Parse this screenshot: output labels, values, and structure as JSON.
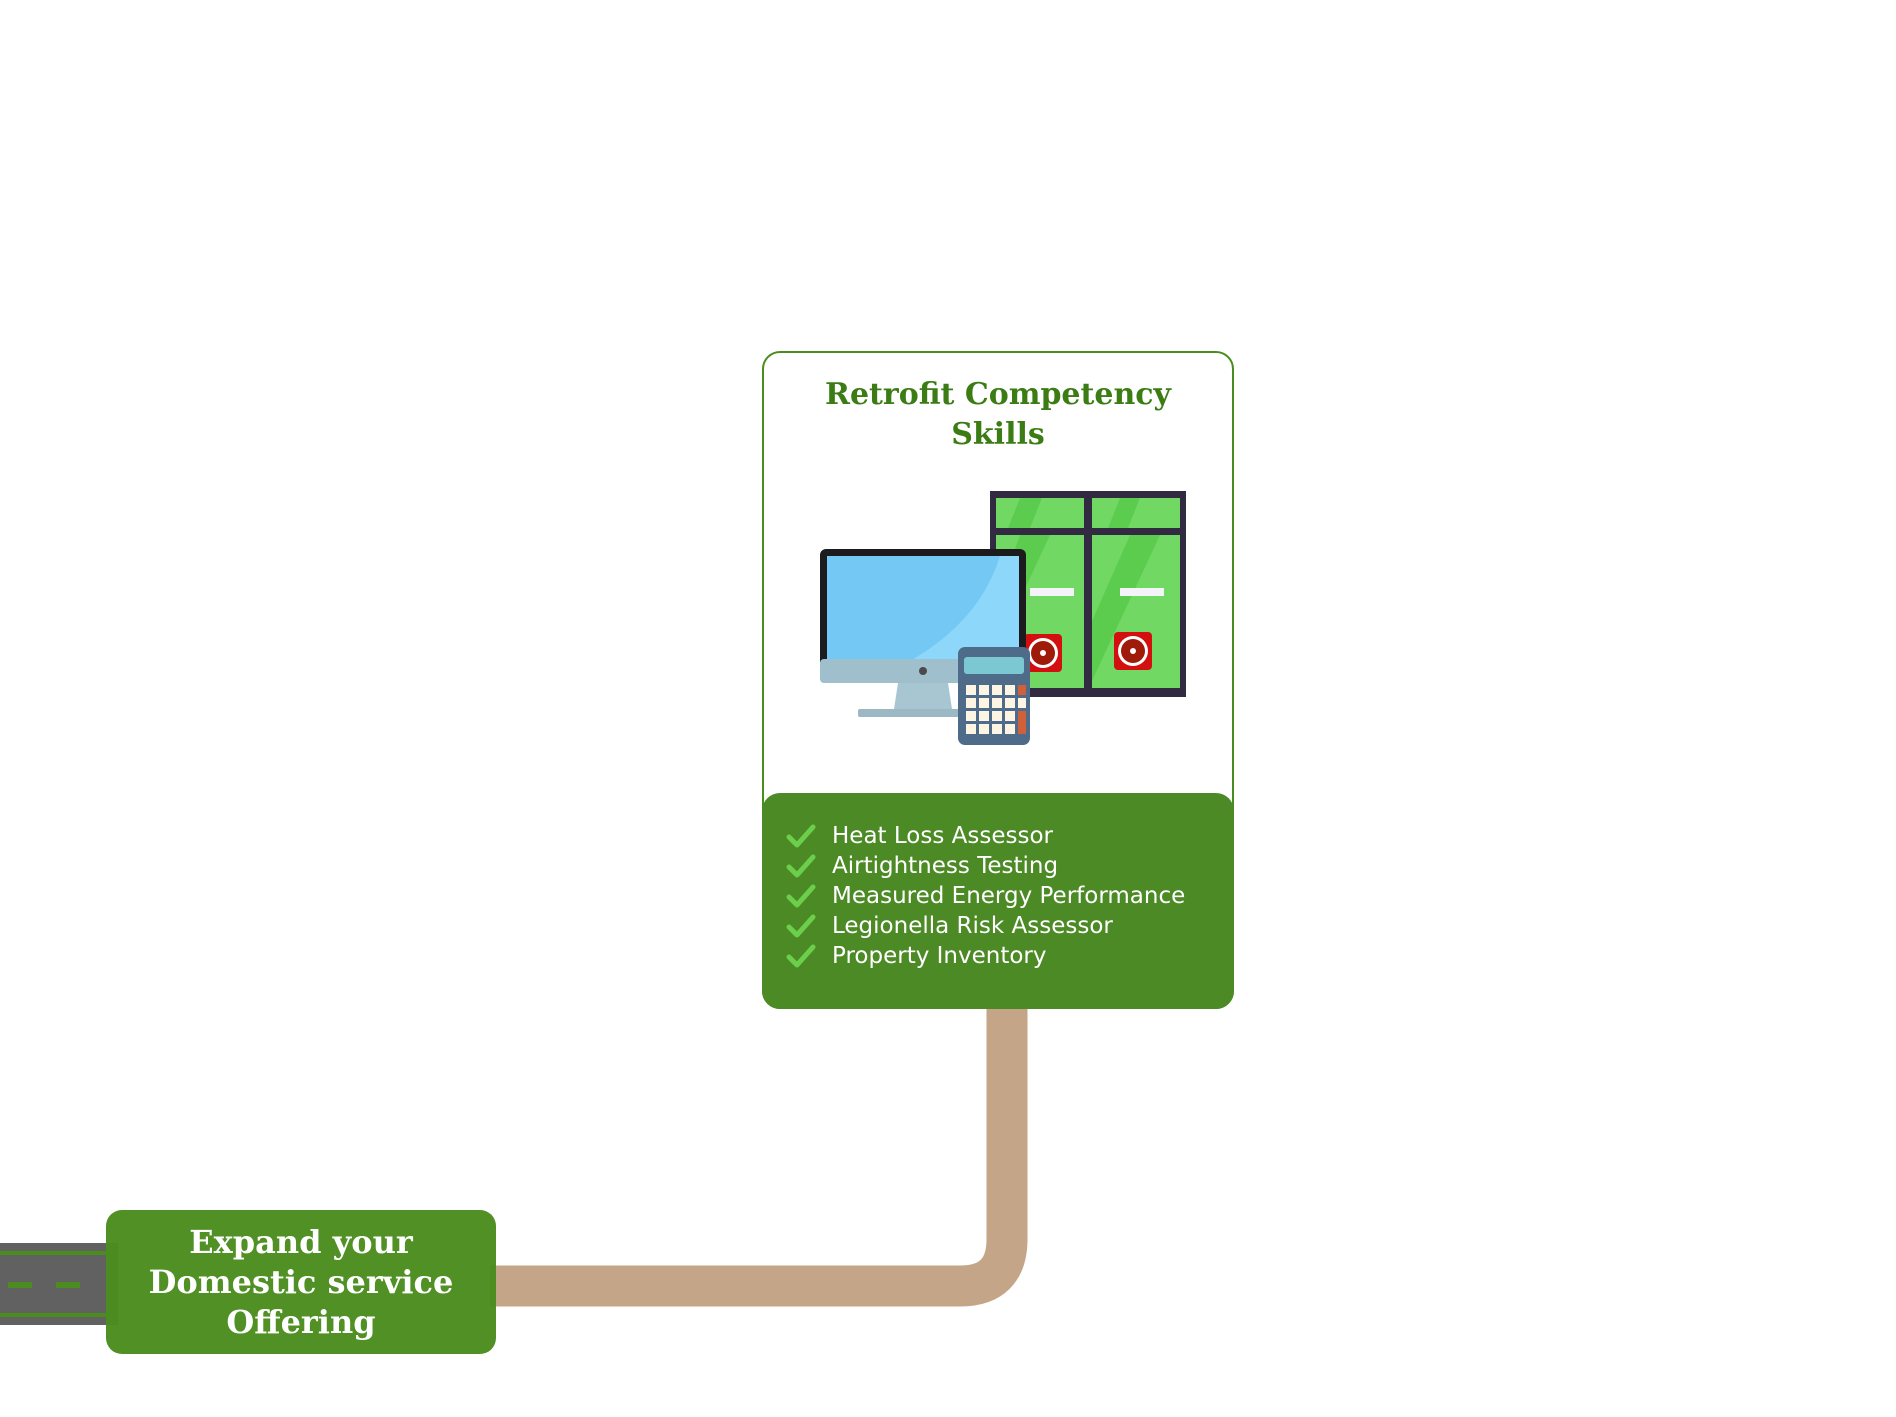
{
  "start_node": {
    "label": "Expand your Domestic service Offering",
    "lines": [
      "Expand your",
      "Domestic service",
      "Offering"
    ]
  },
  "card": {
    "title_lines": [
      "Retrofit Competency",
      "Skills"
    ],
    "illustration": {
      "icons": [
        "computer-monitor-icon",
        "calculator-icon",
        "window-with-fans-icon"
      ]
    },
    "skills": [
      {
        "label": "Heat Loss Assessor",
        "icon": "check-icon"
      },
      {
        "label": "Airtightness Testing",
        "icon": "check-icon"
      },
      {
        "label": "Measured Energy Performance",
        "icon": "check-icon"
      },
      {
        "label": "Legionella Risk Assessor",
        "icon": "check-icon"
      },
      {
        "label": "Property Inventory",
        "icon": "check-icon"
      }
    ]
  },
  "colors": {
    "primary_green": "#4c8a25",
    "title_green": "#3b7d14",
    "check_green": "#6ccf4c",
    "pipe": "#c4a587",
    "road": "#616161"
  }
}
